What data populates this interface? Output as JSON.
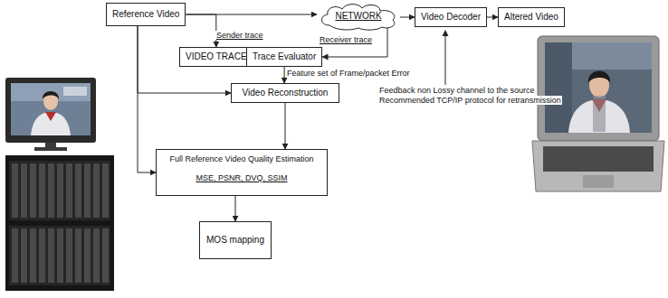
{
  "diagram": {
    "nodes": [
      {
        "text": [
          "Reference Video"
        ]
      },
      {
        "text": [
          "NETWORK"
        ]
      },
      {
        "text": [
          "Video Decoder"
        ]
      },
      {
        "text": [
          "Altered Video"
        ]
      },
      {
        "text": [
          "VIDEO TRACE"
        ]
      },
      {
        "text": [
          "Trace Evaluator"
        ]
      },
      {
        "text": [
          "Video Reconstruction"
        ]
      },
      {
        "text": [
          "Full Reference Video Quality Estimation",
          "MSE, PSNR, DVQ, SSIM"
        ]
      },
      {
        "text": [
          "MOS mapping"
        ]
      }
    ],
    "edges": [
      {
        "from": 0,
        "to": 1,
        "arrow": "to"
      },
      {
        "from": 1,
        "to": 2,
        "arrow": "to"
      },
      {
        "from": 2,
        "to": 3,
        "arrow": "to"
      },
      {
        "from": 0,
        "to": 4,
        "label": "Sender trace",
        "arrow": "to"
      },
      {
        "from": 4,
        "to": 5,
        "arrow": "to"
      },
      {
        "from": 1,
        "to": 5,
        "label": "Receiver trace",
        "arrow": "to"
      },
      {
        "from": 5,
        "to": 6,
        "label": "Feature set of Frame/packet Error",
        "arrow": "to"
      },
      {
        "from": 0,
        "to": 6,
        "arrow": "to"
      },
      {
        "from": 6,
        "to": 7,
        "arrow": "to"
      },
      {
        "from": 0,
        "to": 7,
        "arrow": "to"
      },
      {
        "from": 7,
        "to": 8,
        "arrow": "to"
      }
    ],
    "labels": [
      "Feedback non Lossy channel to the source",
      "Recommended TCP/IP protocol for retransmission"
    ]
  }
}
